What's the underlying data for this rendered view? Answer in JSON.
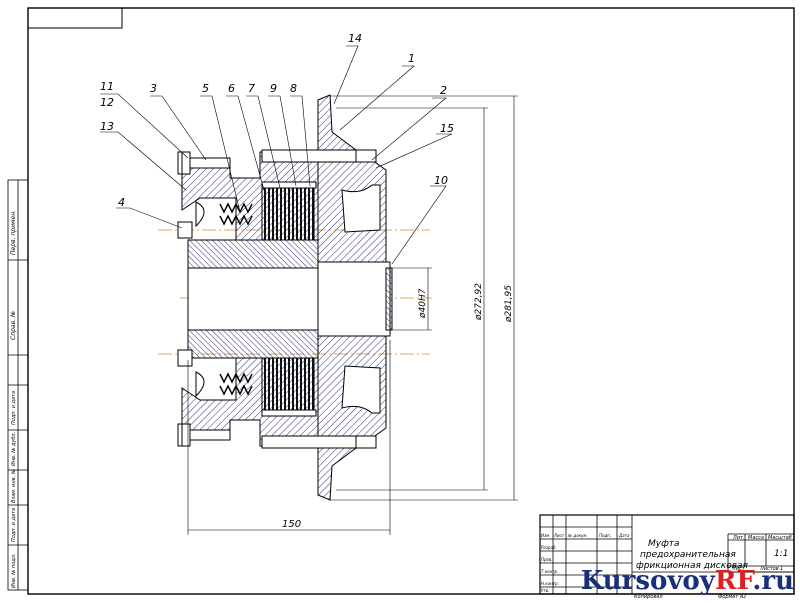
{
  "part_labels": [
    "1",
    "2",
    "3",
    "4",
    "5",
    "6",
    "7",
    "8",
    "9",
    "10",
    "11",
    "12",
    "13",
    "14",
    "15"
  ],
  "dimensions": {
    "length": "150",
    "bore": "ø40H7",
    "diameter_1": "ø272,92",
    "diameter_2": "ø281,95"
  },
  "title_block": {
    "title_line1": "Муфта",
    "title_line2": "предохранительная",
    "title_line3": "фрикционная дисковая",
    "col_lit": "Лит.",
    "col_mass": "Масса",
    "col_scale": "Масштаб",
    "scale_value": "1:1",
    "sheet_label": "Лист",
    "sheets_label": "Листов",
    "sheets_value": "1",
    "row_izm": "Изм",
    "row_list": "Лист",
    "row_doc": "№ докум.",
    "row_podp": "Подп.",
    "row_data": "Дата",
    "row_razrab": "Разраб.",
    "row_prov": "Пров.",
    "row_tkontr": "Т.контр.",
    "row_nkontr": "Н.контр.",
    "row_utv": "Утв.",
    "copied": "Копировал",
    "format": "Формат   А2"
  },
  "side_stamp": {
    "perv_primen": "Перв. примен.",
    "sprav": "Справ. №",
    "podp_data_1": "Подп. и дата",
    "inv_dubl": "Инв. № дубл.",
    "vzam_inv": "Взам. инв. №",
    "podp_data_2": "Подп. и дата",
    "inv_podl": "Инв. № подл."
  },
  "watermark": {
    "part1": "Kursovoy",
    "part2": "RF",
    "part3": ".ru"
  },
  "colors": {
    "line": "#000000",
    "hatch": "#1a1a6e",
    "center_line": "#d98a2b",
    "watermark_blue": "#1a2f7a",
    "watermark_red": "#e02020"
  }
}
